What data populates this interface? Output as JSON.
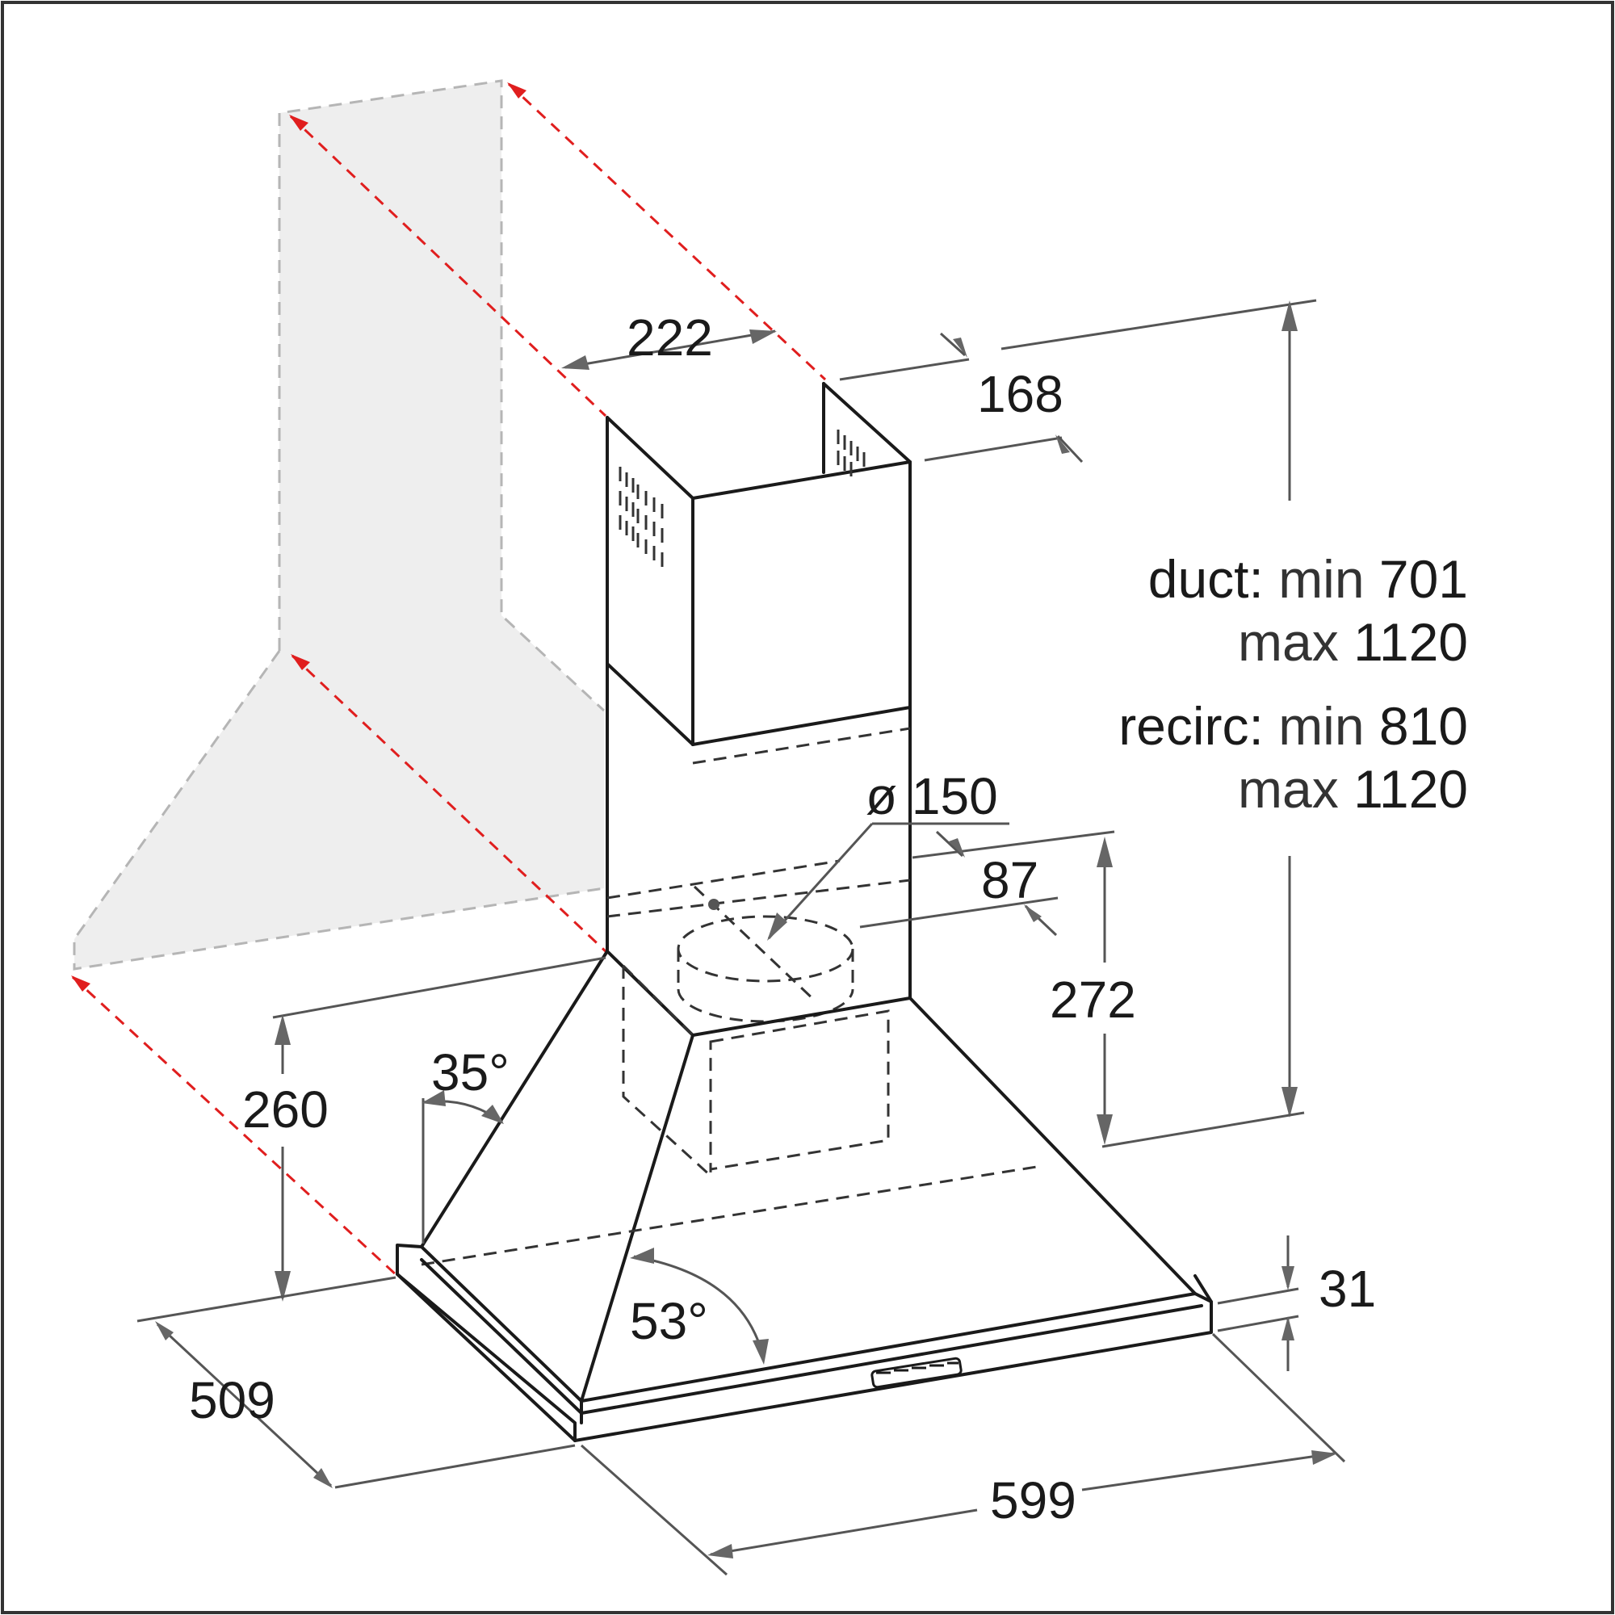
{
  "dimensions": {
    "chimney_width": "222",
    "chimney_depth": "168",
    "outlet_diameter": "ø 150",
    "outlet_offset": "87",
    "body_height": "272",
    "hood_height": "260",
    "side_angle": "35°",
    "front_angle": "53°",
    "canopy_thickness": "31",
    "depth": "509",
    "width": "599"
  },
  "specs": {
    "duct_label": "duct:",
    "duct_min_label": "min",
    "duct_min_value": "701",
    "duct_max_label": "max",
    "duct_max_value": "1120",
    "recirc_label": "recirc:",
    "recirc_min_label": "min",
    "recirc_min_value": "810",
    "recirc_max_label": "max",
    "recirc_max_value": "1120"
  },
  "colors": {
    "line": "#1a1a1a",
    "dimension": "#555555",
    "guide_red": "#e01e1e",
    "ghost_fill": "#eeeeee",
    "border": "#333333"
  },
  "icons": [
    "control-buttons-icon",
    "vent-slots-icon"
  ]
}
